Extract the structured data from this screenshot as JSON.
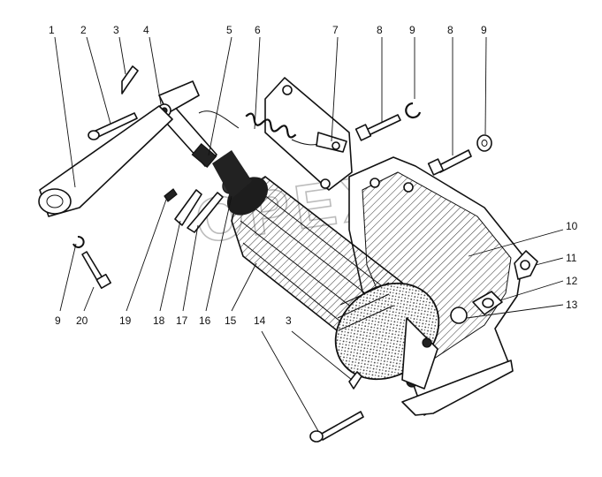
{
  "callouts": [
    {
      "id": "c1",
      "number": "1"
    },
    {
      "id": "c2",
      "number": "2"
    },
    {
      "id": "c3a",
      "number": "3"
    },
    {
      "id": "c4",
      "number": "4"
    },
    {
      "id": "c5",
      "number": "5"
    },
    {
      "id": "c6",
      "number": "6"
    },
    {
      "id": "c7",
      "number": "7"
    },
    {
      "id": "c8a",
      "number": "8"
    },
    {
      "id": "c9a",
      "number": "9"
    },
    {
      "id": "c8b",
      "number": "8"
    },
    {
      "id": "c9b",
      "number": "9"
    },
    {
      "id": "c10",
      "number": "10"
    },
    {
      "id": "c11",
      "number": "11"
    },
    {
      "id": "c12",
      "number": "12"
    },
    {
      "id": "c13",
      "number": "13"
    },
    {
      "id": "c9c",
      "number": "9"
    },
    {
      "id": "c20",
      "number": "20"
    },
    {
      "id": "c19",
      "number": "19"
    },
    {
      "id": "c18",
      "number": "18"
    },
    {
      "id": "c17",
      "number": "17"
    },
    {
      "id": "c16",
      "number": "16"
    },
    {
      "id": "c15",
      "number": "15"
    },
    {
      "id": "c14",
      "number": "14"
    },
    {
      "id": "c3b",
      "number": "3"
    }
  ],
  "watermark": "OPEX"
}
